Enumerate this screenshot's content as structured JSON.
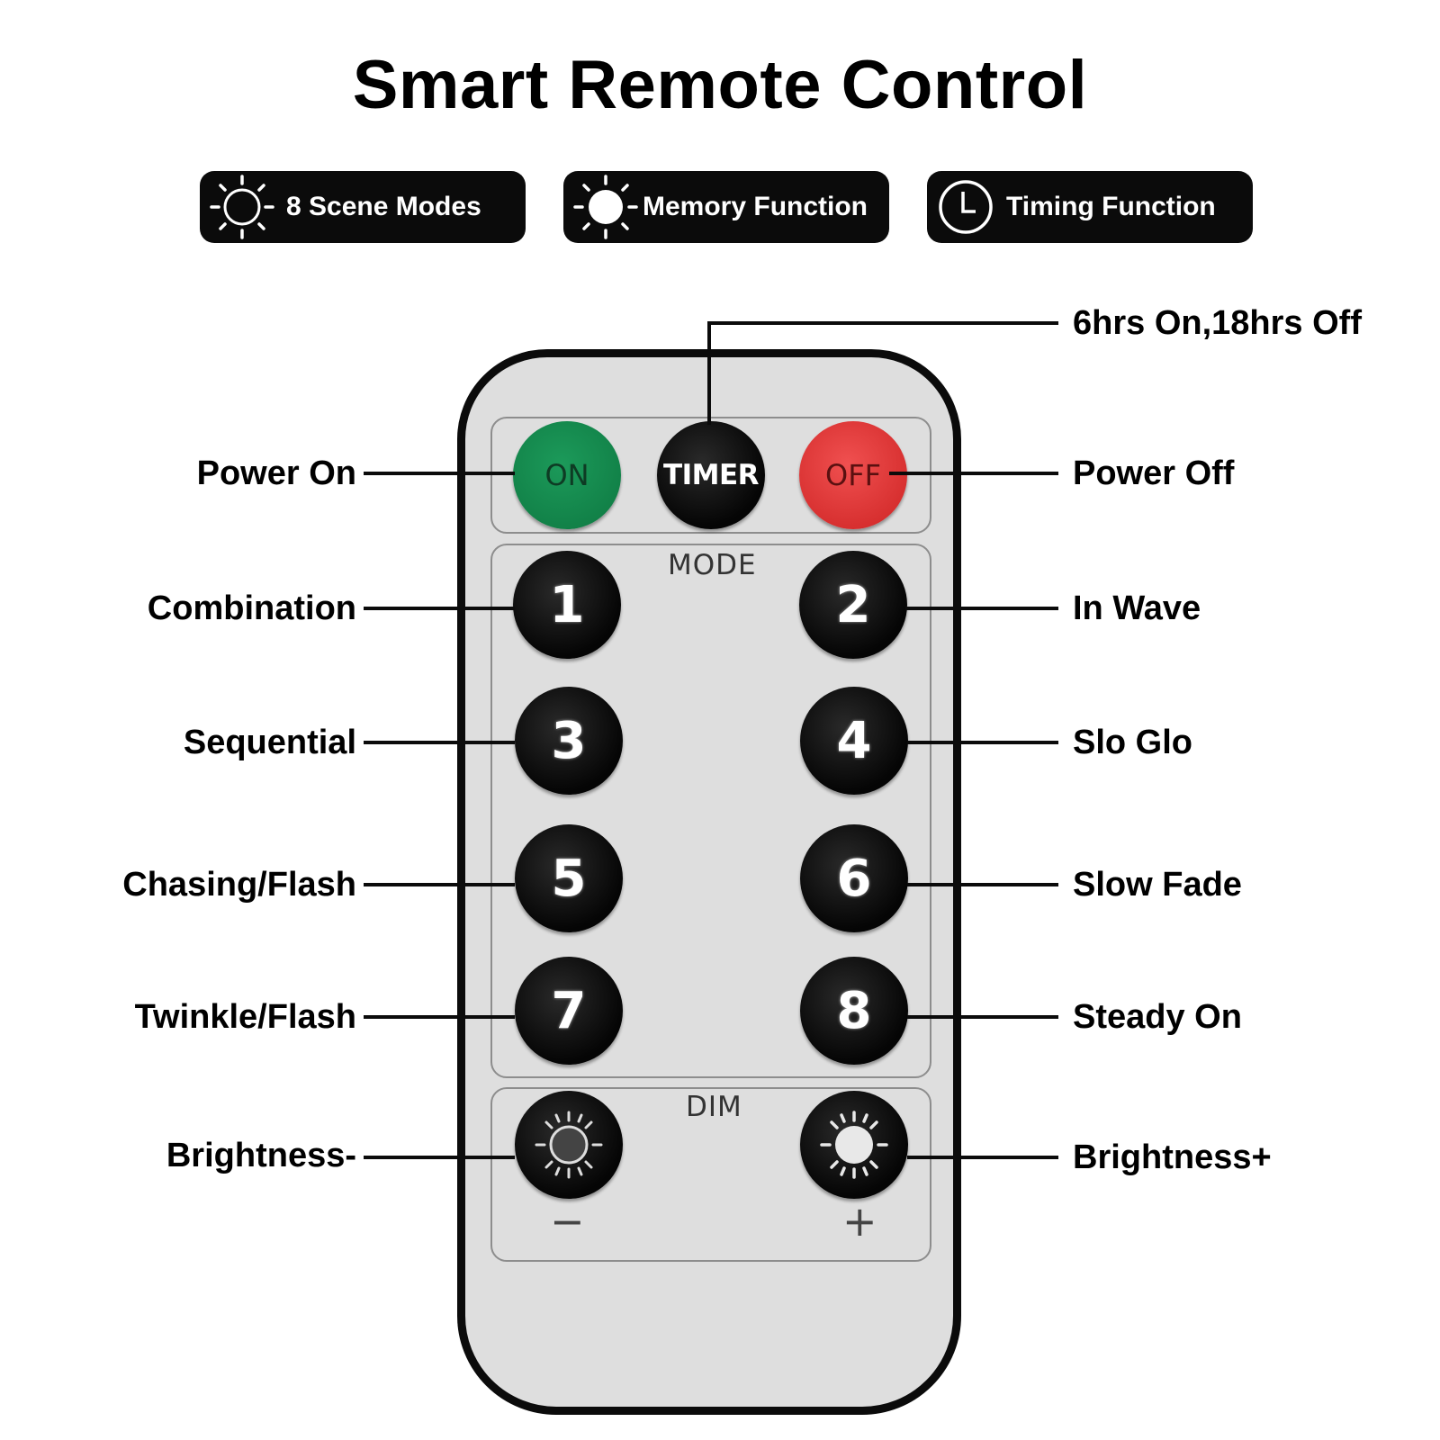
{
  "title": "Smart Remote Control",
  "features": [
    {
      "label": "8 Scene Modes",
      "icon": "sun-outline-icon"
    },
    {
      "label": "Memory Function",
      "icon": "sun-filled-icon"
    },
    {
      "label": "Timing Function",
      "icon": "clock-icon"
    }
  ],
  "remote": {
    "buttons": {
      "on": "ON",
      "timer": "TIMER",
      "off": "OFF",
      "modes": [
        "1",
        "2",
        "3",
        "4",
        "5",
        "6",
        "7",
        "8"
      ],
      "dim_minus_sign": "−",
      "dim_plus_sign": "+"
    },
    "captions": {
      "mode": "MODE",
      "dim": "DIM"
    },
    "colors": {
      "on": "#118047",
      "off": "#d62e2e",
      "body": "#dedede",
      "button": "#050505"
    }
  },
  "callouts": {
    "timer": "6hrs On,18hrs Off",
    "on": "Power On",
    "off": "Power Off",
    "modes": [
      "Combination",
      "In Wave",
      "Sequential",
      "Slo Glo",
      "Chasing/Flash",
      "Slow Fade",
      "Twinkle/Flash",
      "Steady On"
    ],
    "dim_minus": "Brightness-",
    "dim_plus": "Brightness+"
  }
}
